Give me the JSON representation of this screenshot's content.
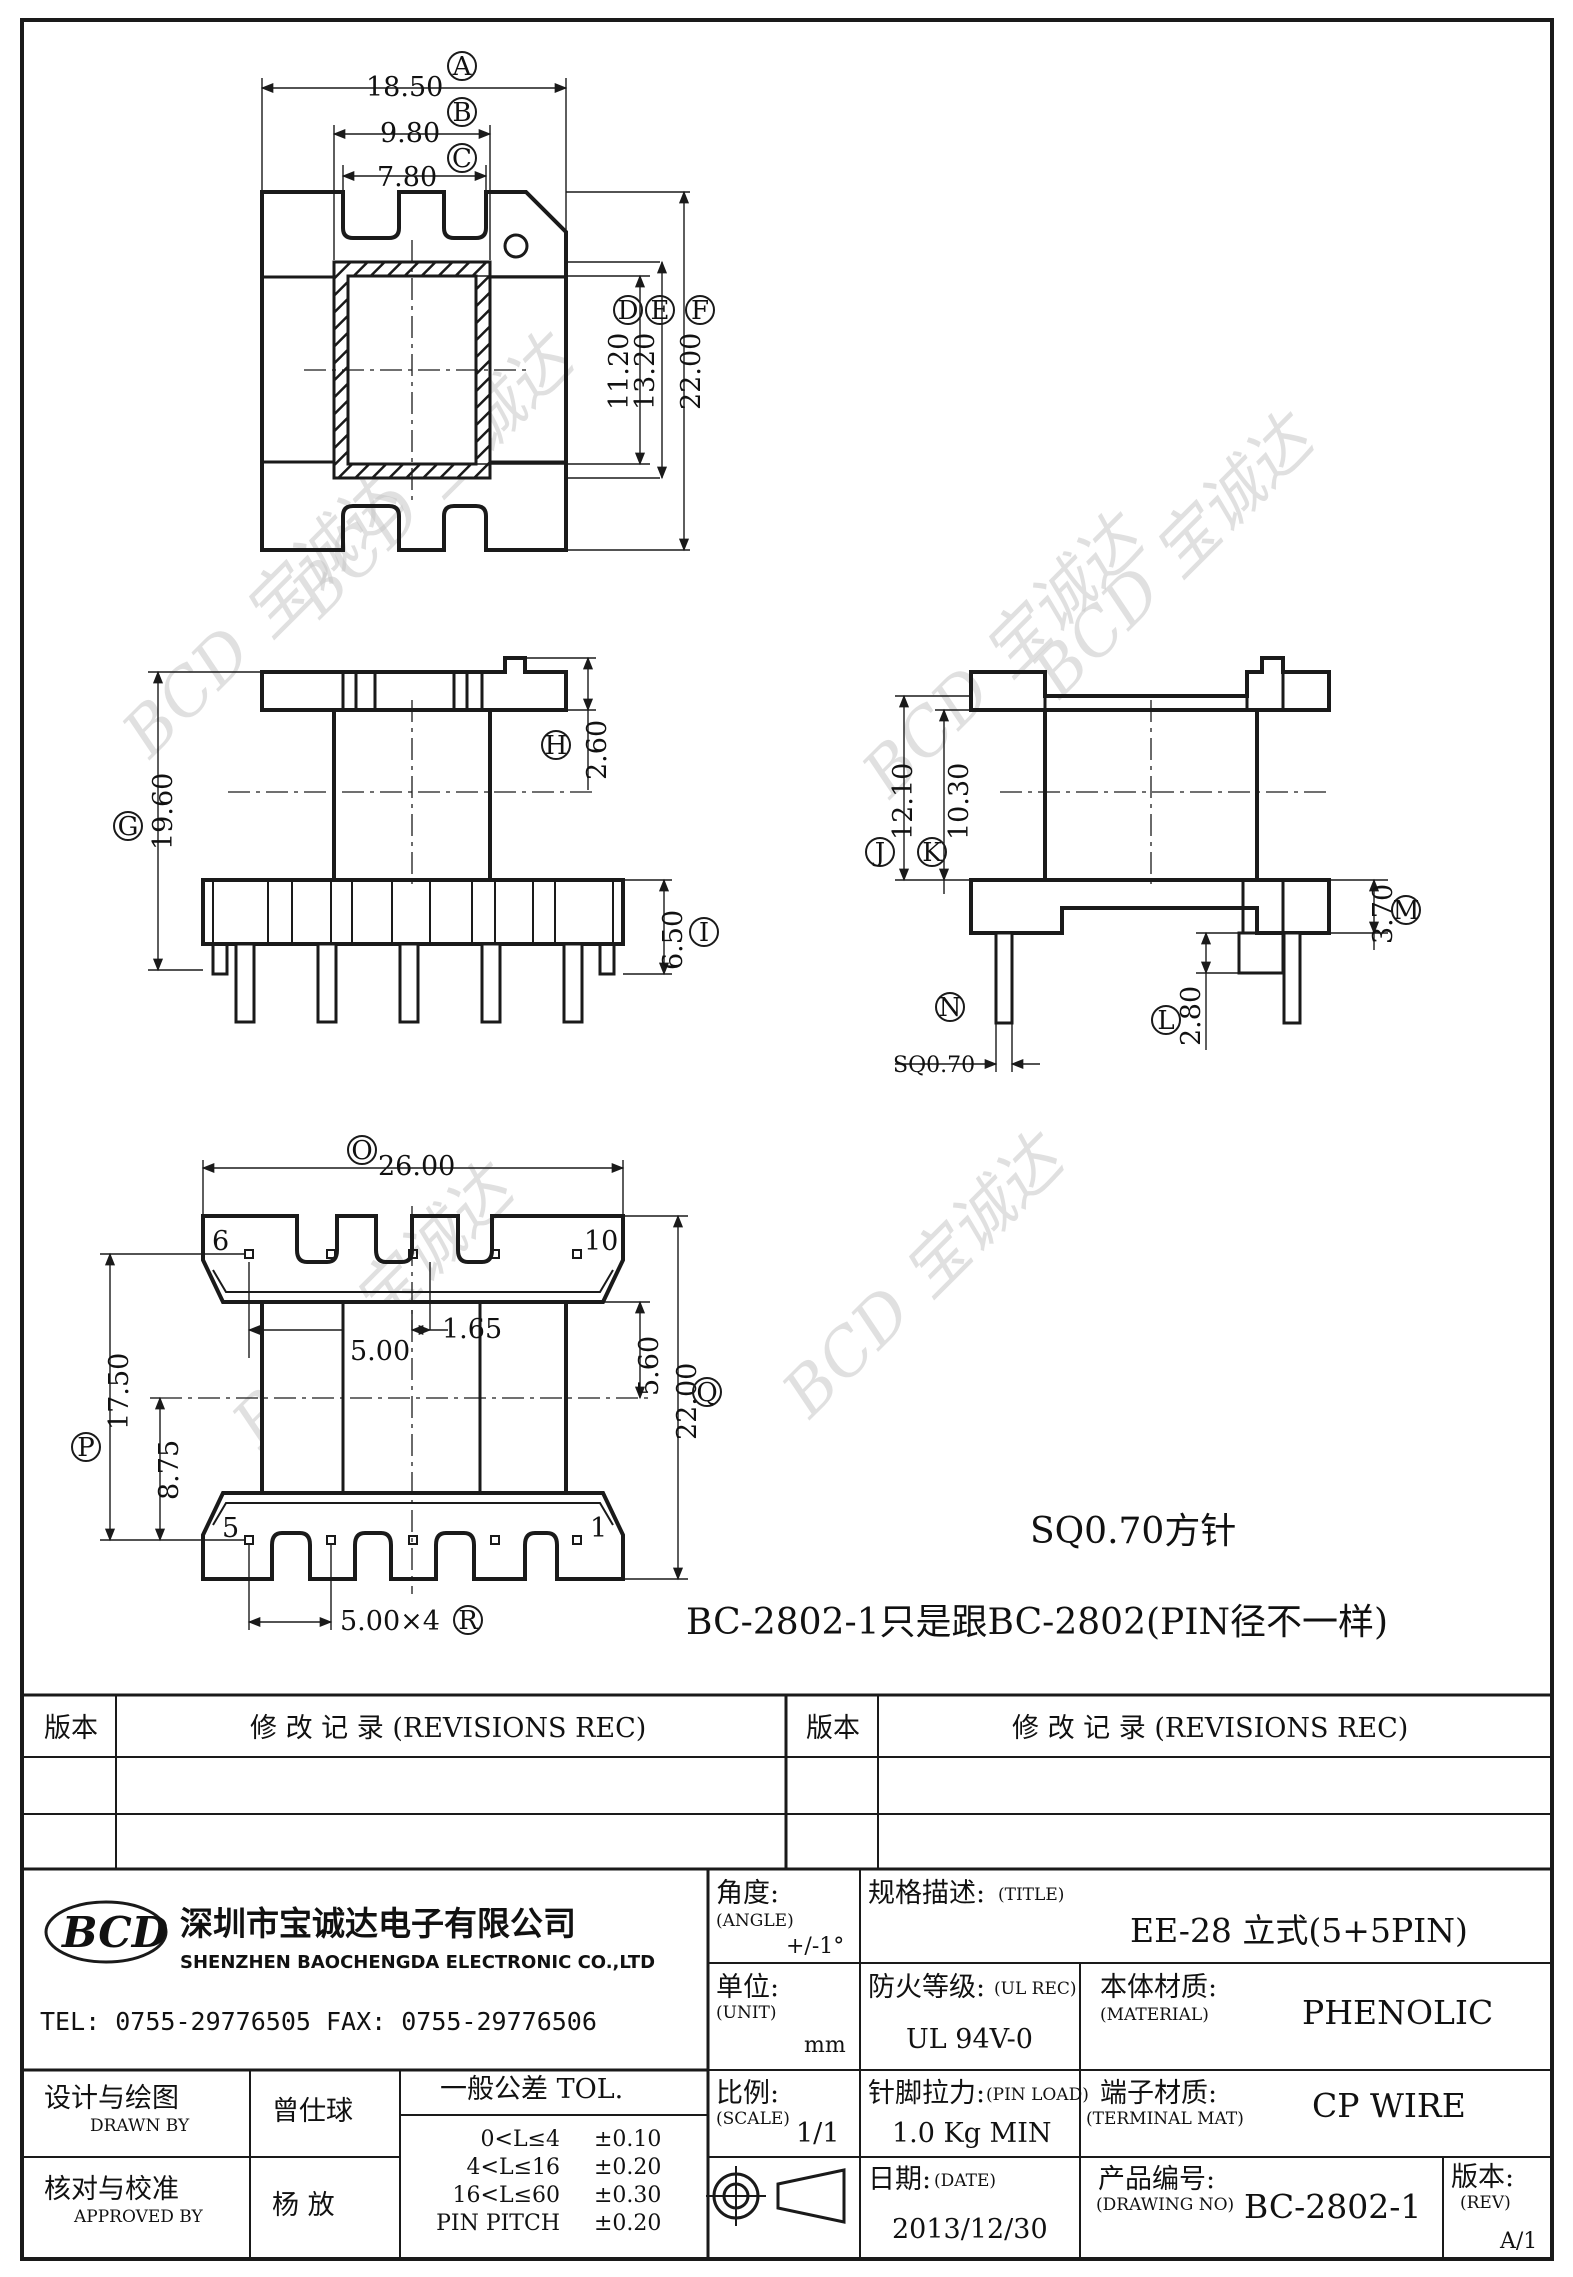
{
  "views": {
    "top": {
      "dims": {
        "A": {
          "letter": "A",
          "value": "18.50"
        },
        "B": {
          "letter": "B",
          "value": "9.80"
        },
        "C": {
          "letter": "C",
          "value": "7.80"
        },
        "D": {
          "letter": "D",
          "value": "11.20"
        },
        "E": {
          "letter": "E",
          "value": "13.20"
        },
        "F": {
          "letter": "F",
          "value": "22.00"
        }
      }
    },
    "front": {
      "dims": {
        "G": {
          "letter": "G",
          "value": "19.60"
        },
        "H": {
          "letter": "H",
          "value": "2.60"
        },
        "I": {
          "letter": "I",
          "value": "6.50"
        }
      }
    },
    "side": {
      "dims": {
        "J": {
          "letter": "J",
          "value": "12.10"
        },
        "K": {
          "letter": "K",
          "value": "10.30"
        },
        "L": {
          "letter": "L",
          "value": "2.80"
        },
        "M": {
          "letter": "M",
          "value": "3.70"
        },
        "N": {
          "letter": "N",
          "value": "SQ0.70"
        }
      }
    },
    "bottom": {
      "dims": {
        "O": {
          "letter": "O",
          "value": "26.00"
        },
        "P": {
          "letter": "P",
          "value": "17.50"
        },
        "P2": {
          "value": "8.75"
        },
        "Q": {
          "letter": "Q",
          "value": "22.00"
        },
        "Q2": {
          "value": "5.60"
        },
        "R": {
          "letter": "R",
          "value": "5.00×4"
        },
        "s1": {
          "value": "5.00"
        },
        "s2": {
          "value": "1.65"
        }
      },
      "pins": {
        "p6": "6",
        "p10": "10",
        "p5": "5",
        "p1": "1"
      }
    }
  },
  "notes": {
    "pin_note": "SQ0.70方针",
    "variant_note": "BC-2802-1只是跟BC-2802(PIN径不一样)"
  },
  "watermark": "BCD 宝诚达",
  "revisions": {
    "left_header": {
      "rev": "版本",
      "desc": "修 改 记 录  (REVISIONS REC)"
    },
    "right_header": {
      "rev": "版本",
      "desc": "修 改 记 录  (REVISIONS REC)"
    }
  },
  "company": {
    "logo": "BCD",
    "name_cn": "深圳市宝诚达电子有限公司",
    "name_en": "SHENZHEN BAOCHENGDA ELECTRONIC CO.,LTD",
    "contact": "TEL: 0755-29776505  FAX: 0755-29776506"
  },
  "title_block": {
    "angle": {
      "label": "角度:",
      "sub": "(ANGLE)",
      "value": "+/-1°"
    },
    "title": {
      "label": "规格描述:",
      "sub": "(TITLE)",
      "value": "EE-28 立式(5+5PIN)"
    },
    "unit": {
      "label": "单位:",
      "sub": "(UNIT)",
      "value": "mm"
    },
    "ul": {
      "label": "防火等级:",
      "sub": "(UL REC)",
      "value": "UL 94V-0"
    },
    "material": {
      "label": "本体材质:",
      "sub": "(MATERIAL)",
      "value": "PHENOLIC"
    },
    "scale": {
      "label": "比例:",
      "sub": "(SCALE)",
      "value": "1/1"
    },
    "pin_load": {
      "label": "针脚拉力:",
      "sub": "(PIN LOAD)",
      "value": "1.0 Kg MIN"
    },
    "terminal": {
      "label": "端子材质:",
      "sub": "(TERMINAL MAT)",
      "value": "CP WIRE"
    },
    "date": {
      "label": "日期:",
      "sub": "(DATE)",
      "value": "2013/12/30"
    },
    "drawing_no": {
      "label": "产品编号:",
      "sub": "(DRAWING NO)",
      "value": "BC-2802-1"
    },
    "rev": {
      "label": "版本:",
      "sub": "(REV)",
      "value": "A/1"
    },
    "drawn": {
      "label": "设计与绘图",
      "sub": "DRAWN BY",
      "value": "曾仕球"
    },
    "approved": {
      "label": "核对与校准",
      "sub": "APPROVED BY",
      "value": "杨  放"
    },
    "tolerance": {
      "label": "一般公差  TOL.",
      "rows": [
        {
          "range": "0<L≤4",
          "tol": "±0.10"
        },
        {
          "range": "4<L≤16",
          "tol": "±0.20"
        },
        {
          "range": "16<L≤60",
          "tol": "±0.30"
        },
        {
          "range": "PIN PITCH",
          "tol": "±0.20"
        }
      ]
    }
  }
}
